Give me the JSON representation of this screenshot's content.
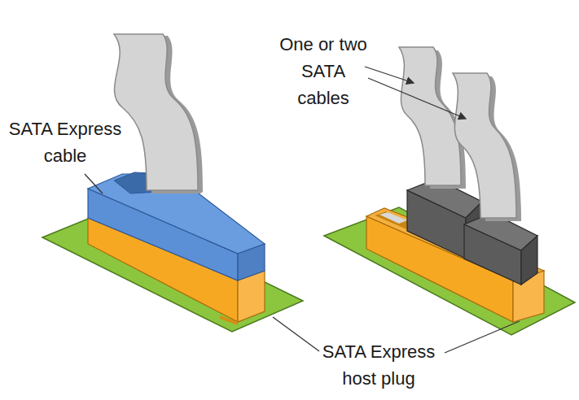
{
  "diagram": {
    "labels": [
      "SATA Express cable",
      "One or two SATA cables",
      "SATA Express host plug"
    ]
  }
}
